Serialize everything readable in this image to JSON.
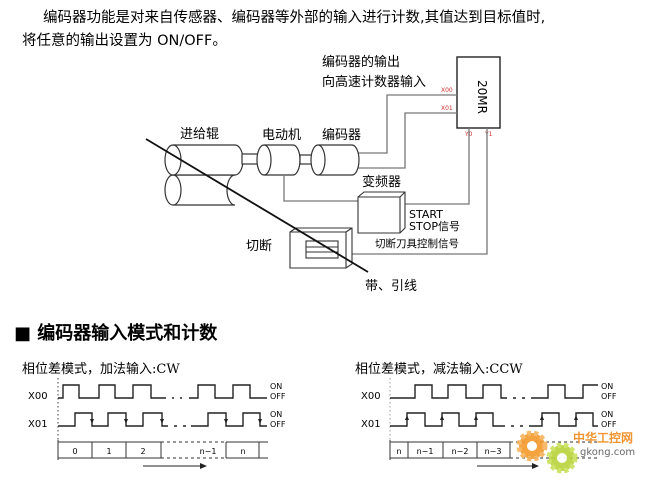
{
  "paragraph": {
    "line1": "编码器功能是对来自传感器、编码器等外部的输入进行计数,其值达到目标值时,",
    "line2": "将任意的输出设置为 ON/OFF。"
  },
  "diagram": {
    "plc_model": "20MR",
    "encoder_output_line1": "编码器的输出",
    "encoder_output_line2": "向高速计数器输入",
    "x00": "X00",
    "x01": "X01",
    "y0": "Y0",
    "y1": "Y1",
    "feed_roller": "进给辊",
    "motor": "电动机",
    "encoder": "编码器",
    "inverter": "变频器",
    "start": "START",
    "stop_signal": "STOP信号",
    "cutter_signal": "切断刀具控制信号",
    "cutter": "切断",
    "belt": "带、引线"
  },
  "section_heading": "■ 编码器输入模式和计数",
  "timing": {
    "cw": {
      "title": "相位差模式，加法输入:CW",
      "x00": "X00",
      "x01": "X01",
      "on": "ON",
      "off": "OFF",
      "cells": [
        "0",
        "1",
        "2",
        "n−1",
        "n"
      ]
    },
    "ccw": {
      "title": "相位差模式，减法输入:CCW",
      "x00": "X00",
      "x01": "X01",
      "on": "ON",
      "off": "OFF",
      "cells": [
        "n",
        "n−1",
        "n−2",
        "n−3"
      ]
    }
  },
  "watermark": {
    "name": "中华工控网",
    "url": "gkong.com"
  }
}
